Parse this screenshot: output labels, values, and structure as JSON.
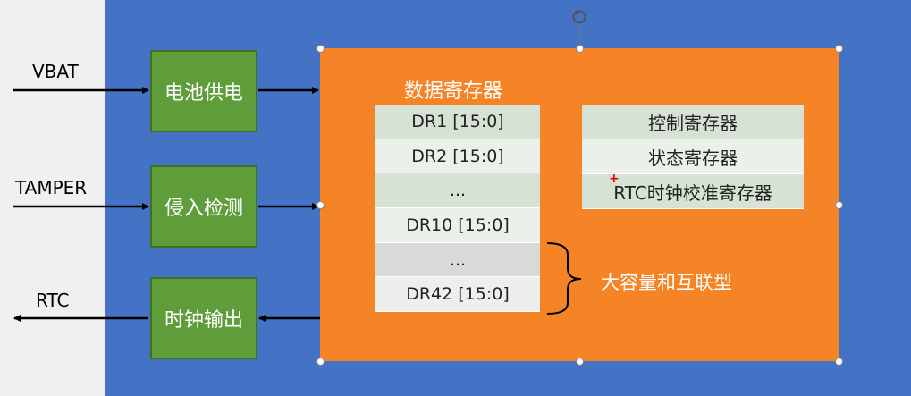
{
  "inputs": {
    "vbat": "VBAT",
    "tamper": "TAMPER",
    "rtc": "RTC"
  },
  "blocks": {
    "battery": "电池供电",
    "tamper_detect": "侵入检测",
    "clock_out": "时钟输出"
  },
  "data_section": {
    "title": "数据寄存器",
    "rows": [
      "DR1 [15:0]",
      "DR2 [15:0]",
      "...",
      "DR10 [15:0]",
      "...",
      "DR42 [15:0]"
    ],
    "brace_label": "大容量和互联型"
  },
  "control_section": {
    "rows": [
      "控制寄存器",
      "状态寄存器",
      "RTC时钟校准寄存器"
    ]
  },
  "colors": {
    "slide": "#4472c4",
    "block": "#5f9d3a",
    "main": "#f58427"
  },
  "icons": {
    "rotate": "rotate-icon"
  }
}
